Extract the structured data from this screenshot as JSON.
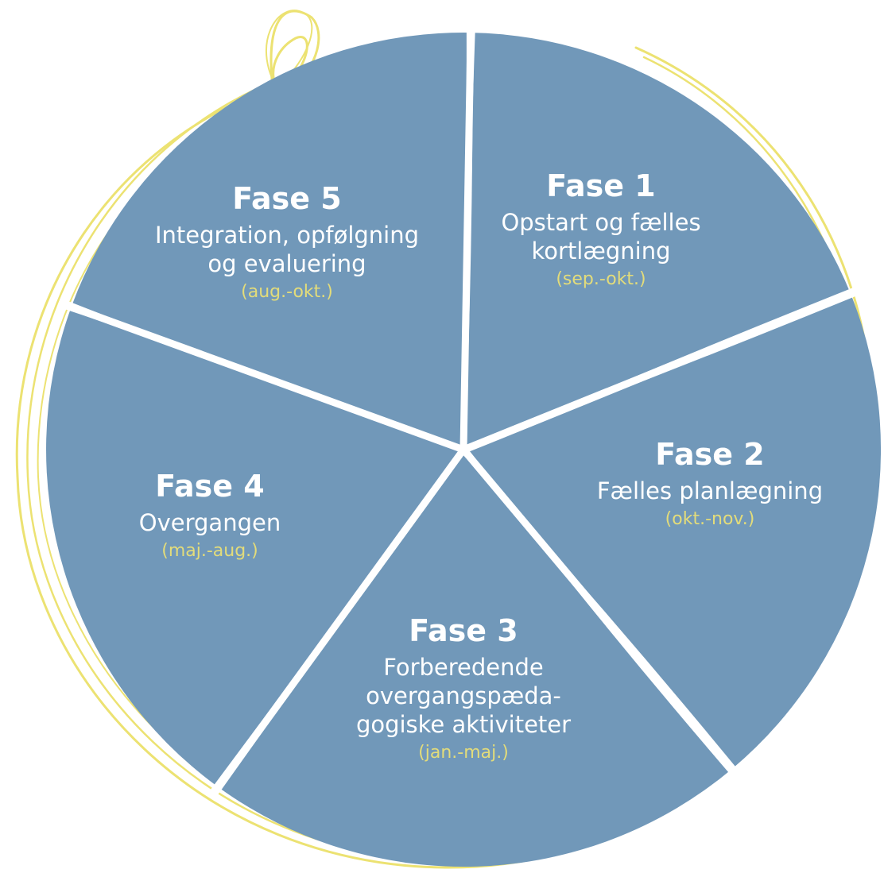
{
  "phases": [
    {
      "title": "Fase 1",
      "description": "Opstart og fælles\nkortlægning",
      "period": "(sep.-okt.)"
    },
    {
      "title": "Fase 2",
      "description": "Fælles planlægning",
      "period": "(okt.-nov.)"
    },
    {
      "title": "Fase 3",
      "description": "Forberedende\novergangspæda-\ngogiske aktiviteter",
      "period": "(jan.-maj.)"
    },
    {
      "title": "Fase 4",
      "description": "Overgangen",
      "period": "(maj.-aug.)"
    },
    {
      "title": "Fase 5",
      "description": "Integration, opfølgning\nog evaluering",
      "period": "(aug.-okt.)"
    }
  ],
  "colors": {
    "segment_fill": "#7198b9",
    "divider": "#ffffff",
    "period_text": "#e3dc7a",
    "outline": "#ece272"
  }
}
